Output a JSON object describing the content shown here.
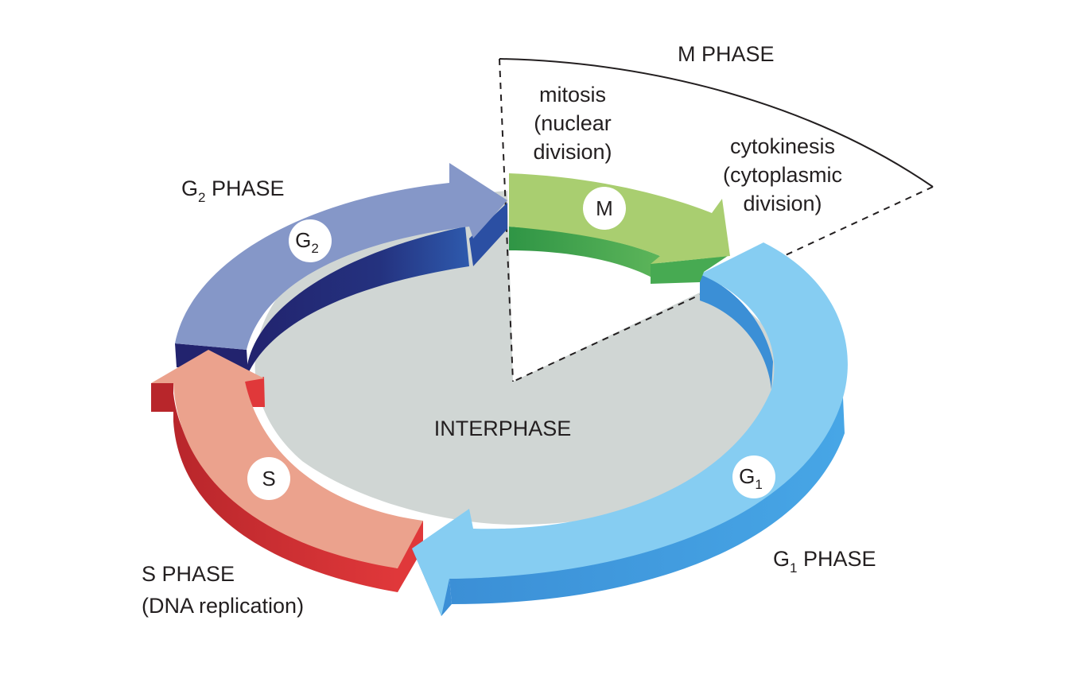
{
  "labels": {
    "m_phase": "M PHASE",
    "mitosis": [
      "mitosis",
      "(nuclear",
      "division)"
    ],
    "cytokinesis": [
      "cytokinesis",
      "(cytoplasmic",
      "division)"
    ],
    "g2_phase": {
      "base": "G",
      "sub": "2",
      "rest": " PHASE"
    },
    "interphase": "INTERPHASE",
    "s_phase": [
      "S PHASE",
      "(DNA replication)"
    ],
    "g1_phase": {
      "base": "G",
      "sub": "1",
      "rest": " PHASE"
    }
  },
  "badges": {
    "m": {
      "text": "M"
    },
    "g2": {
      "base": "G",
      "sub": "2"
    },
    "s": {
      "text": "S"
    },
    "g1": {
      "base": "G",
      "sub": "1"
    }
  },
  "colors": {
    "interphase_fill": "#d0d6d4",
    "g2_top": "#8597c8",
    "g2_side": "#2b4fa3",
    "s_top": "#eba28d",
    "s_side": "#c42a2a",
    "g1_top": "#86cdf2",
    "g1_side": "#3c97dc",
    "m_top": "#a9ce70",
    "m_side": "#47aa52"
  }
}
